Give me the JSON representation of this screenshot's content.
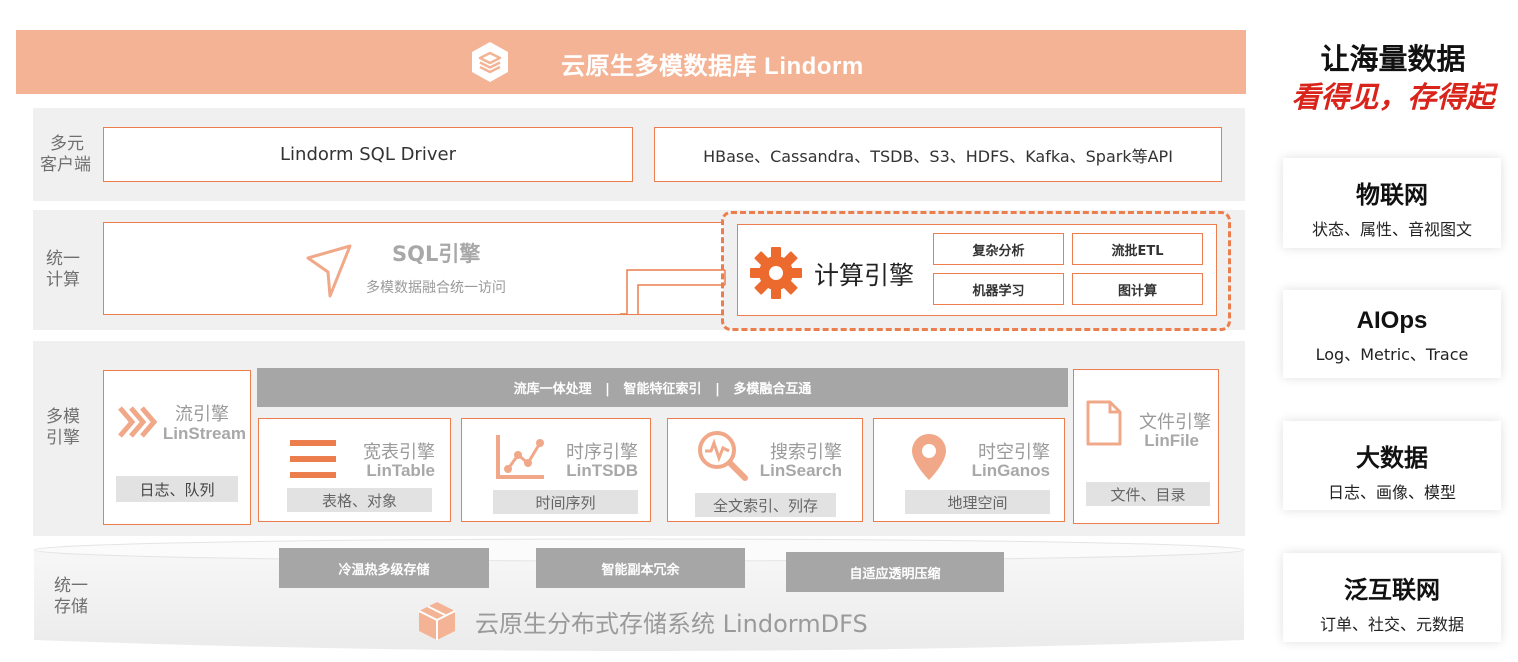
{
  "header": {
    "title": "云原生多模数据库 Lindorm"
  },
  "layers": {
    "client": {
      "label_line1": "多元",
      "label_line2": "客户端",
      "sql_driver": "Lindorm SQL Driver",
      "apis": "HBase、Cassandra、TSDB、S3、HDFS、Kafka、Spark等API"
    },
    "compute": {
      "label_line1": "统一",
      "label_line2": "计算",
      "sql_engine_title": "SQL引擎",
      "sql_engine_desc": "多模数据融合统一访问",
      "compute_engine_title": "计算引擎",
      "compute_items": [
        "复杂分析",
        "流批ETL",
        "机器学习",
        "图计算"
      ]
    },
    "engines": {
      "label_line1": "多模",
      "label_line2": "引擎",
      "banner": "流库一体处理   |   智能特征索引   |   多模融合互通",
      "stream": {
        "name": "流引擎",
        "sub": "LinStream",
        "tag": "日志、队列"
      },
      "table": {
        "name": "宽表引擎",
        "sub": "LinTable",
        "tag": "表格、对象"
      },
      "tsdb": {
        "name": "时序引擎",
        "sub": "LinTSDB",
        "tag": "时间序列"
      },
      "search": {
        "name": "搜索引擎",
        "sub": "LinSearch",
        "tag": "全文索引、列存"
      },
      "ganos": {
        "name": "时空引擎",
        "sub": "LinGanos",
        "tag": "地理空间"
      },
      "file": {
        "name": "文件引擎",
        "sub": "LinFile",
        "tag": "文件、目录"
      }
    },
    "storage": {
      "label_line1": "统一",
      "label_line2": "存储",
      "tags": [
        "冷温热多级存储",
        "智能副本冗余",
        "自适应透明压缩"
      ],
      "title": "云原生分布式存储系统 LindormDFS"
    }
  },
  "slogan": {
    "line1": "让海量数据",
    "line2": "看得见，存得起"
  },
  "cards": [
    {
      "title": "物联网",
      "desc": "状态、属性、音视图文"
    },
    {
      "title": "AIOps",
      "desc": "Log、Metric、Trace"
    },
    {
      "title": "大数据",
      "desc": "日志、画像、模型"
    },
    {
      "title": "泛互联网",
      "desc": "订单、社交、元数据"
    }
  ],
  "colors": {
    "accent": "#ec7e4d",
    "header_bg": "#f3b394",
    "slogan_red": "#d9241b"
  }
}
